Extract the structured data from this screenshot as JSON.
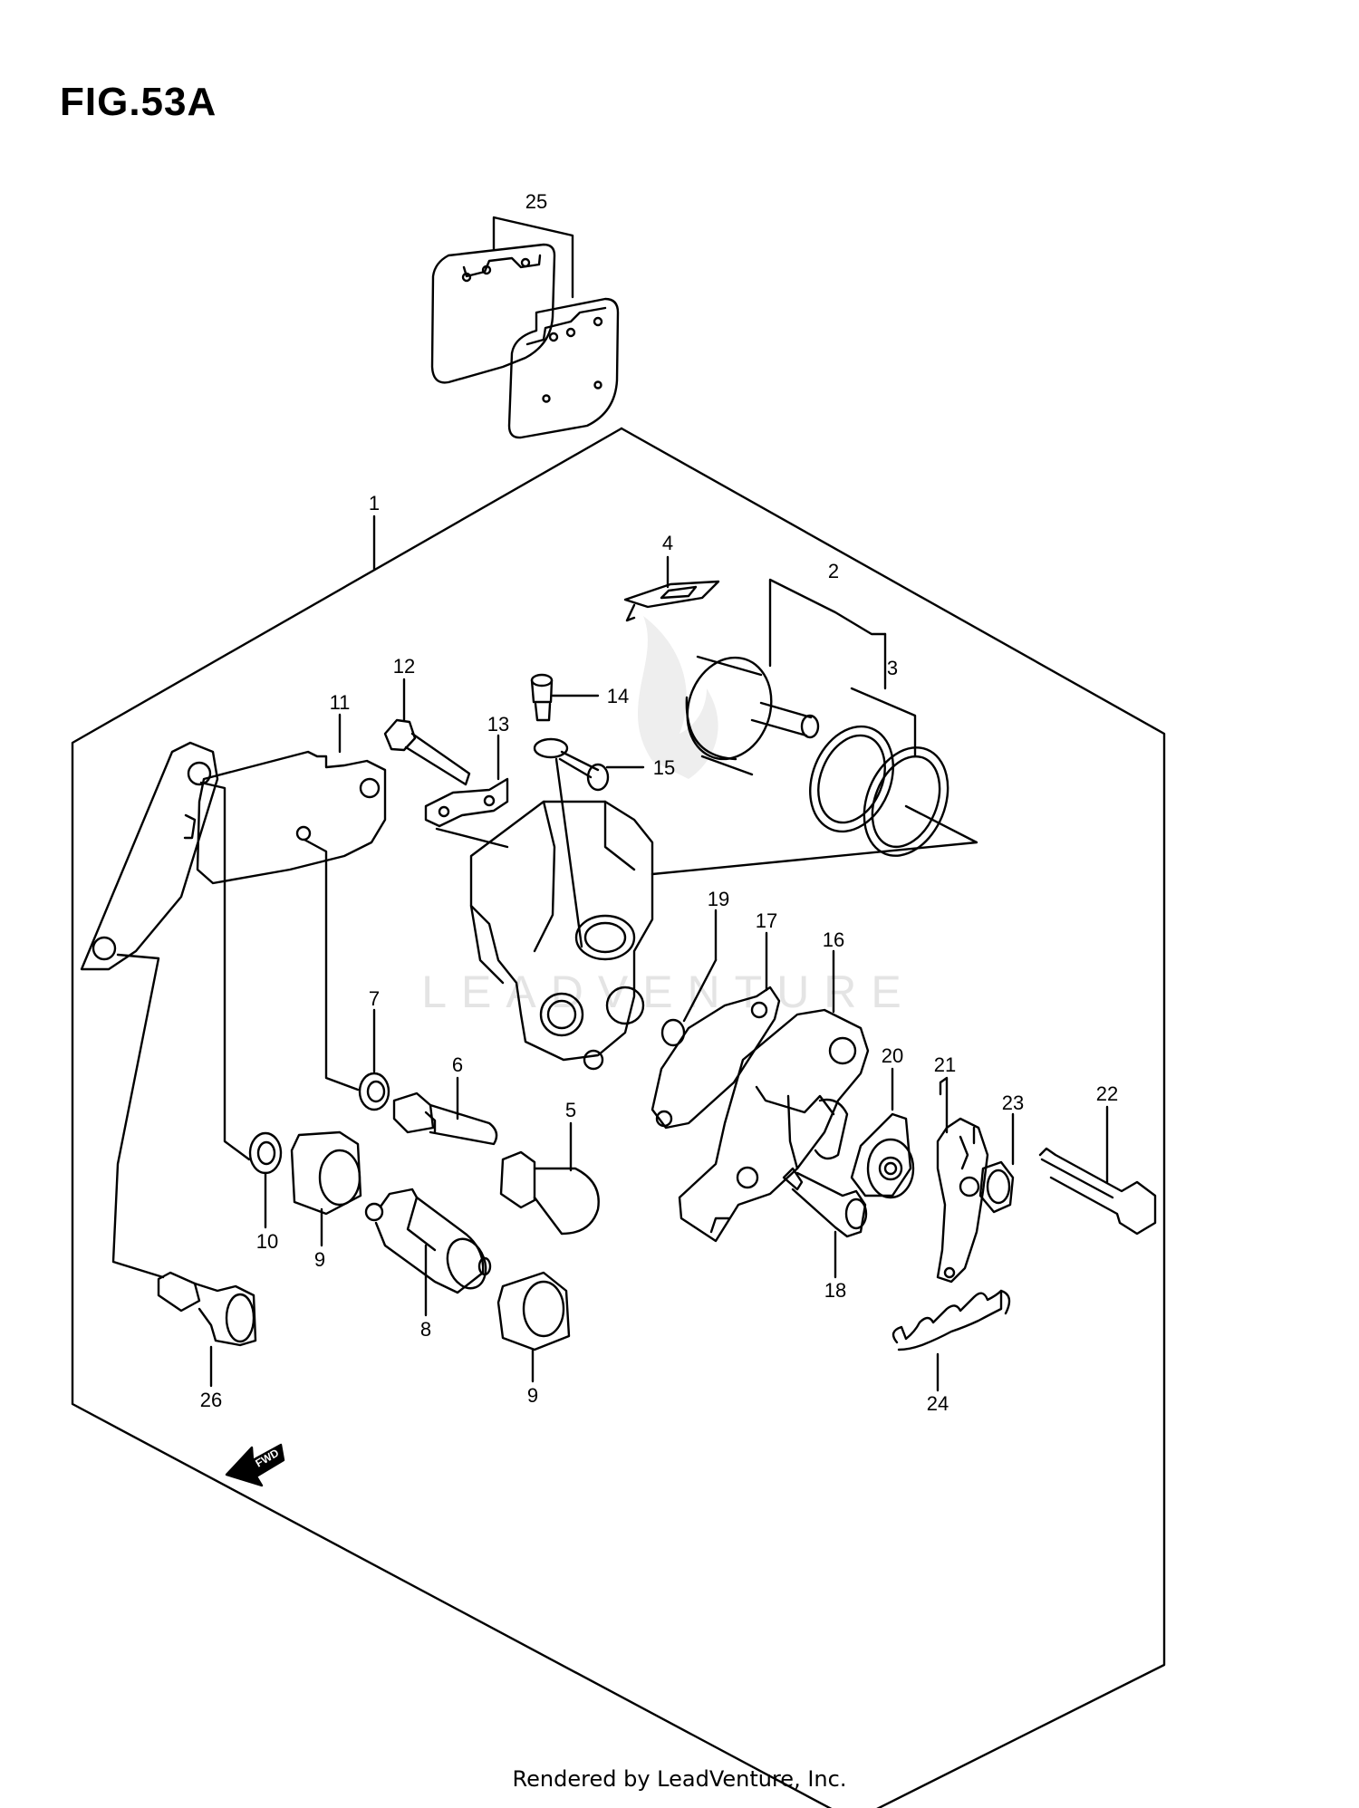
{
  "figure": {
    "title": "FIG.53A"
  },
  "footer": {
    "rendered_by": "Rendered by LeadVenture, Inc."
  },
  "watermark": {
    "text": "LEADVENTURE"
  },
  "fwd_label": "FWD",
  "callouts": {
    "c1": "1",
    "c2": "2",
    "c3": "3",
    "c4": "4",
    "c5": "5",
    "c6": "6",
    "c7": "7",
    "c8": "8",
    "c9a": "9",
    "c9b": "9",
    "c10": "10",
    "c11": "11",
    "c12": "12",
    "c13": "13",
    "c14": "14",
    "c15": "15",
    "c16": "16",
    "c17": "17",
    "c18": "18",
    "c19": "19",
    "c20": "20",
    "c21": "21",
    "c22": "22",
    "c23": "23",
    "c24": "24",
    "c25": "25",
    "c26": "26"
  },
  "colors": {
    "line": "#000000",
    "background": "#ffffff",
    "watermark": "#e4e4e4"
  }
}
